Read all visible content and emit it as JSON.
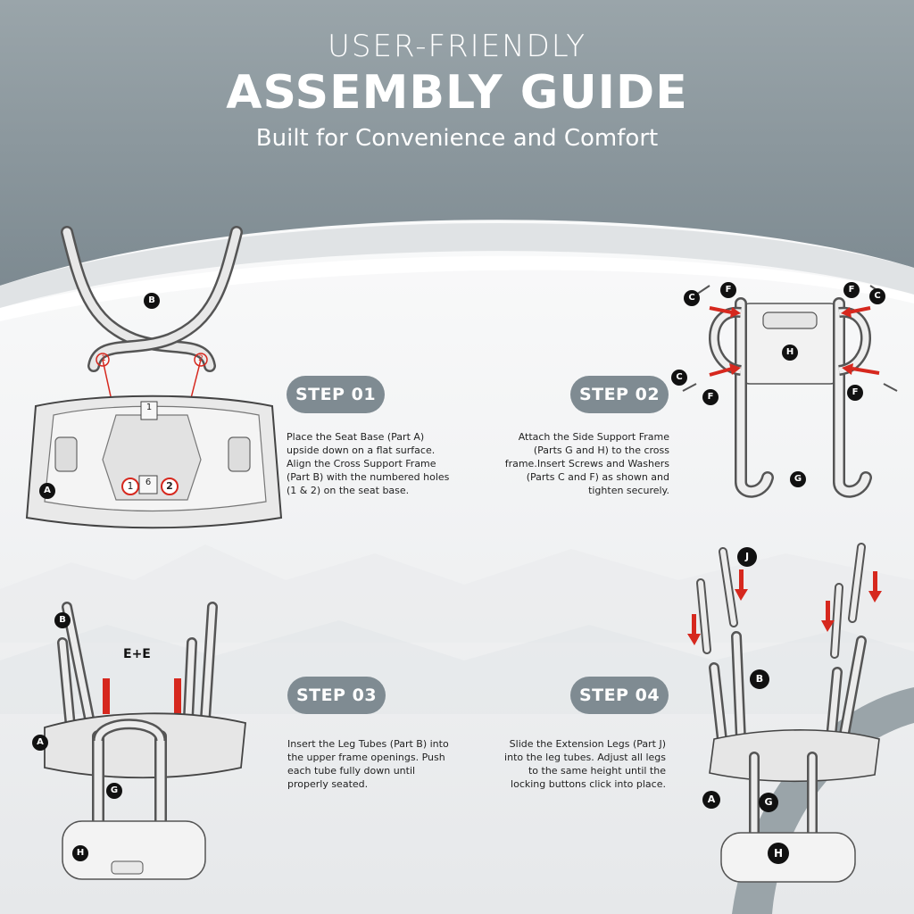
{
  "header": {
    "subtitle_top": "USER-FRIENDLY",
    "title": "ASSEMBLY GUIDE",
    "tagline": "Built for Convenience and Comfort"
  },
  "colors": {
    "header_bg": "#8a979d",
    "badge_bg": "#7f8b92",
    "arrow_red": "#d6281e",
    "page_bg": "#f1f2f3"
  },
  "steps": [
    {
      "label": "STEP 01",
      "text": "Place the Seat Base (Part A) upside down on a flat surface. Align the Cross Support Frame (Part B) with the numbered holes (1 & 2) on the seat base."
    },
    {
      "label": "STEP 02",
      "text": "Attach the Side Support Frame (Parts G and H) to the cross frame.Insert Screws and Washers (Parts C and F) as shown and tighten securely."
    },
    {
      "label": "STEP 03",
      "text": "Insert the Leg Tubes (Part B) into the upper frame openings. Push each tube fully down until properly seated."
    },
    {
      "label": "STEP 04",
      "text": "Slide the Extension Legs (Part J) into the leg tubes. Adjust all legs to the same height until the locking buttons click into place."
    }
  ],
  "illustrations": {
    "step1": {
      "part_a": "A",
      "part_b": "B",
      "hole_1": "1",
      "hole_2": "2",
      "tag_1": "1",
      "tag_6": "6"
    },
    "step2": {
      "part_c": "C",
      "part_f": "F",
      "part_h": "H",
      "part_g": "G"
    },
    "step3": {
      "part_b": "B",
      "part_e_combo": "E+E",
      "part_a": "A",
      "part_g": "G",
      "part_h": "H"
    },
    "step4": {
      "part_j": "J",
      "part_b": "B",
      "part_a": "A",
      "part_g": "G",
      "part_h": "H"
    }
  }
}
